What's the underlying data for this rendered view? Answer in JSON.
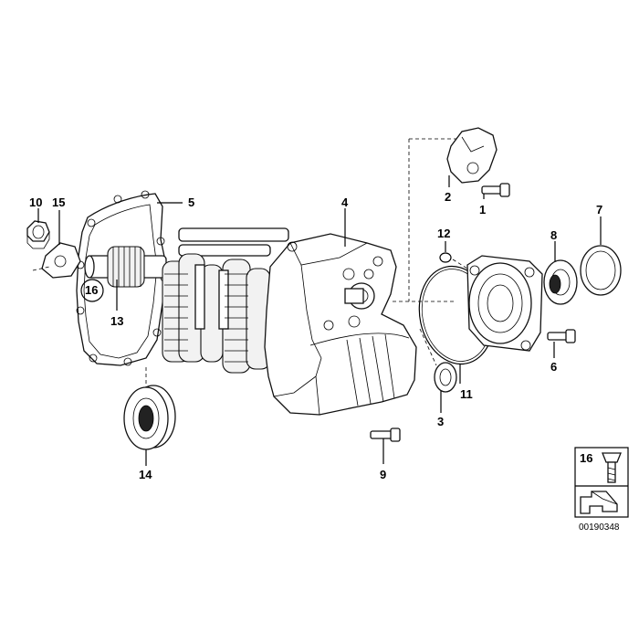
{
  "callouts": {
    "c1": "1",
    "c2": "2",
    "c3": "3",
    "c4": "4",
    "c5": "5",
    "c6": "6",
    "c7": "7",
    "c8": "8",
    "c9": "9",
    "c10": "10",
    "c11": "11",
    "c12": "12",
    "c13": "13",
    "c14": "14",
    "c15": "15",
    "c16": "16",
    "c16_inline": "16"
  },
  "legend": {
    "number": "16"
  },
  "reference_number": "00190348"
}
